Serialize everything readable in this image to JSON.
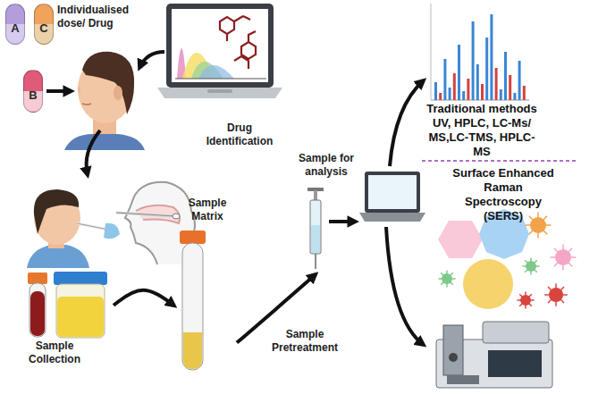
{
  "diagram": {
    "nodes": [
      {
        "text": [
          "A"
        ]
      },
      {
        "text": [
          "C"
        ]
      },
      {
        "text": [
          "B"
        ]
      },
      {
        "text": [
          "Drug Identification"
        ]
      },
      {
        "text": [
          "Sample Collection"
        ]
      },
      {
        "text": [
          "Sample Matrix"
        ]
      },
      {
        "text": [
          "Sample for analysis"
        ]
      },
      {
        "text": [
          "Traditional methods UV, HPLC, LC-Ms/ MS,LC-TMS, HPLC-MS"
        ]
      },
      {
        "text": [
          "Surface Enhanced Raman Spectroscopy (SERS)"
        ]
      }
    ],
    "edges": [
      {
        "from": 4,
        "to": 5,
        "arrow": "to"
      },
      {
        "from": 5,
        "to": 6,
        "label": "Sample Pretreatment",
        "arrow": "to"
      }
    ],
    "labels": [
      "Individualised dose/ Drug"
    ]
  }
}
